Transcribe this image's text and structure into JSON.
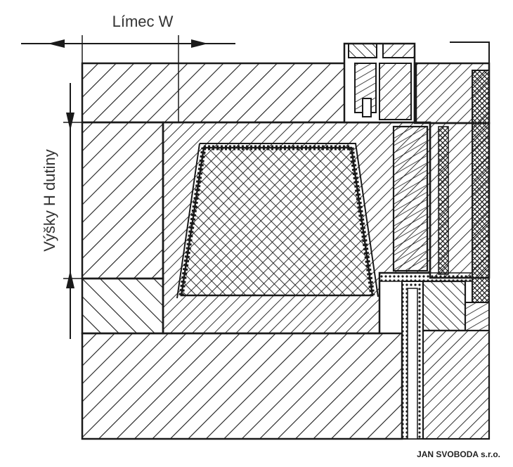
{
  "labels": {
    "collar_width": "Límec W",
    "cavity_height": "Výšky H dutiny",
    "credit": "JAN SVOBODA s.r.o."
  },
  "colors": {
    "line": "#1a1a1a",
    "paper": "#ffffff",
    "label_text": "#333333"
  }
}
